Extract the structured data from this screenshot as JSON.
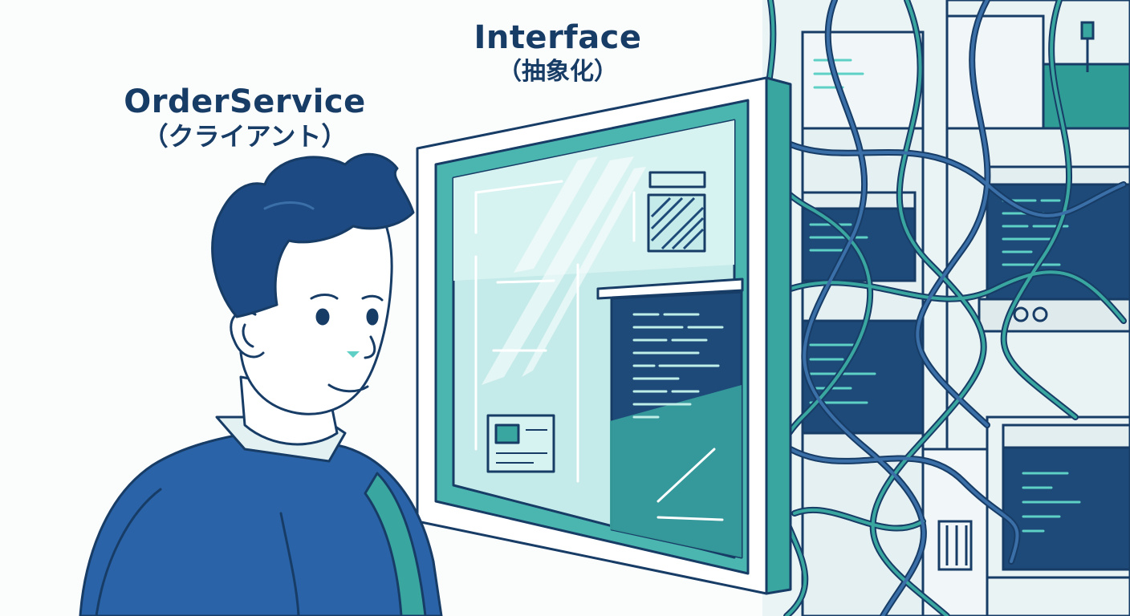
{
  "labels": {
    "client_name": "OrderService",
    "client_role": "（クライアント）",
    "interface_name": "Interface",
    "interface_role": "（抽象化）"
  },
  "colors": {
    "outline": "#173c66",
    "navy": "#1c4f86",
    "teal": "#3aa6a0",
    "glass": "#bfe6e6",
    "background": "#fbfcfc"
  },
  "icons": [
    "person-illustration",
    "glass-screen-illustration",
    "server-rack-illustration",
    "cable-bundle-illustration"
  ]
}
